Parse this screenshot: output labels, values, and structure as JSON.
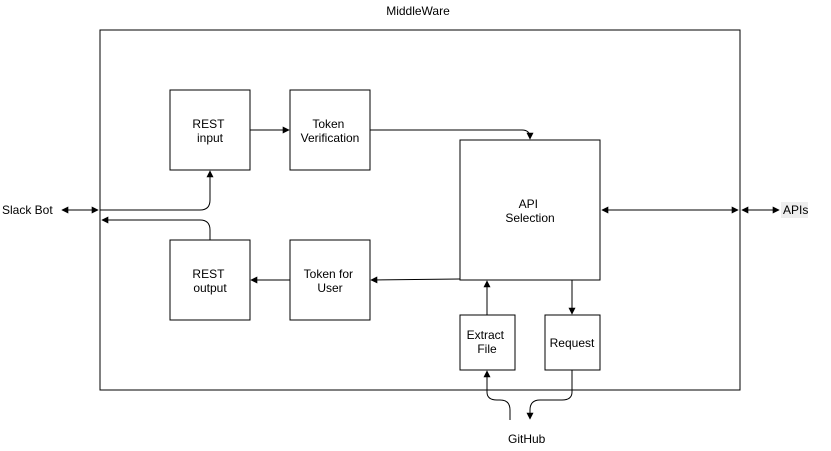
{
  "diagram": {
    "container_label": "MiddleWare",
    "external": {
      "slack_bot": "Slack Bot",
      "apis": "APIs",
      "github": "GitHub"
    },
    "nodes": {
      "rest_input": [
        "REST",
        "input"
      ],
      "token_verification": [
        "Token",
        "Verification"
      ],
      "api_selection": [
        "API",
        "Selection"
      ],
      "rest_output": [
        "REST",
        "output"
      ],
      "token_for_user": [
        "Token for",
        "User"
      ],
      "extract_file": [
        "Extract",
        "File"
      ],
      "request": [
        "Request"
      ]
    }
  },
  "colors": {
    "stroke": "#000000",
    "background": "#ffffff",
    "apis_label_highlight": "#eeeeee"
  }
}
